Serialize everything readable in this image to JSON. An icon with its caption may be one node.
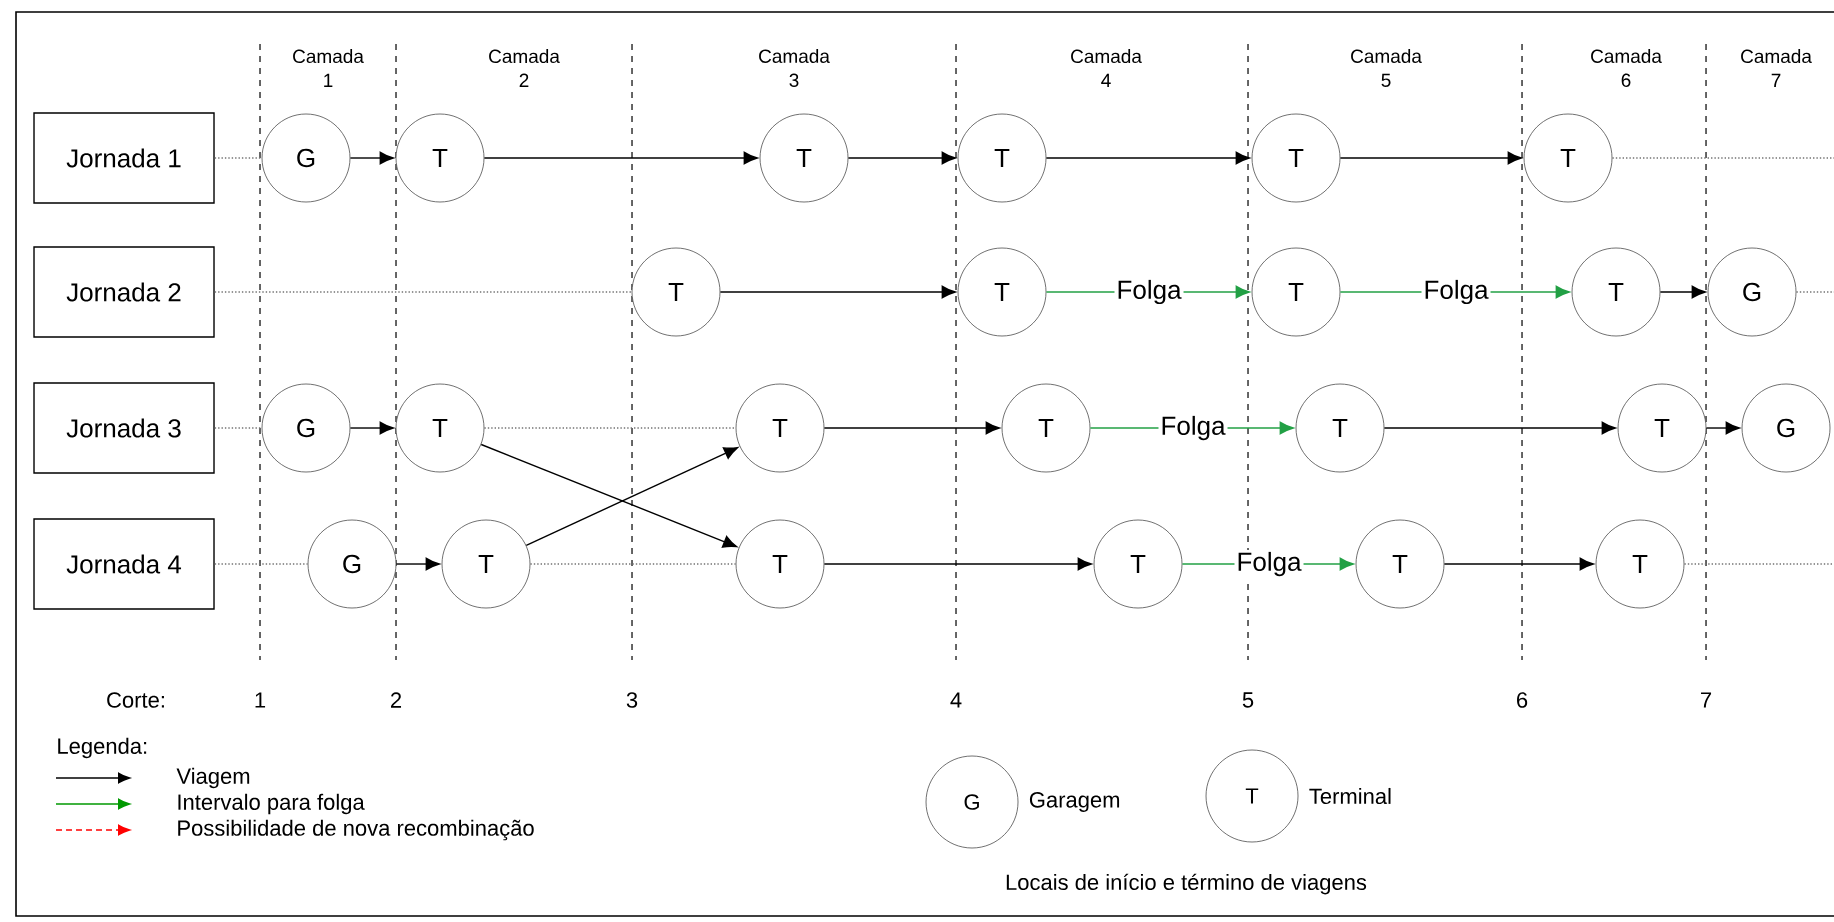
{
  "diagram": {
    "nodes": [
      {
        "text": [
          "Jornada 1"
        ]
      },
      {
        "text": [
          "G"
        ]
      },
      {
        "text": [
          "T"
        ]
      },
      {
        "text": [
          "T"
        ]
      },
      {
        "text": [
          "T"
        ]
      },
      {
        "text": [
          "T"
        ]
      },
      {
        "text": [
          "T"
        ]
      },
      {
        "text": [
          "Jornada 2"
        ]
      },
      {
        "text": [
          "T"
        ]
      },
      {
        "text": [
          "T"
        ]
      },
      {
        "text": [
          "T"
        ]
      },
      {
        "text": [
          "T"
        ]
      },
      {
        "text": [
          "G"
        ]
      },
      {
        "text": [
          "Jornada 3"
        ]
      },
      {
        "text": [
          "G"
        ]
      },
      {
        "text": [
          "T"
        ]
      },
      {
        "text": [
          "T"
        ]
      },
      {
        "text": [
          "T"
        ]
      },
      {
        "text": [
          "T"
        ]
      },
      {
        "text": [
          "T"
        ]
      },
      {
        "text": [
          "G"
        ]
      },
      {
        "text": [
          "Jornada 4"
        ]
      },
      {
        "text": [
          "G"
        ]
      },
      {
        "text": [
          "T"
        ]
      },
      {
        "text": [
          "T"
        ]
      },
      {
        "text": [
          "T"
        ]
      },
      {
        "text": [
          "T"
        ]
      },
      {
        "text": [
          "T"
        ]
      },
      {
        "text": [
          "G"
        ],
        "beside": [
          "Garagem"
        ]
      },
      {
        "text": [
          "T"
        ],
        "beside": [
          "Terminal"
        ]
      }
    ],
    "edges": [
      {
        "from": 0,
        "to": 1,
        "arrow": "none",
        "style": "dashed",
        "color": "#737373"
      },
      {
        "from": 1,
        "to": 2,
        "arrow": "to"
      },
      {
        "from": 2,
        "to": 3,
        "arrow": "to"
      },
      {
        "from": 3,
        "to": 4,
        "arrow": "to"
      },
      {
        "from": 4,
        "to": 5,
        "arrow": "to"
      },
      {
        "from": 5,
        "to": 6,
        "arrow": "to"
      },
      {
        "from": 6,
        "to": null,
        "arrow": "none",
        "style": "dashed",
        "color": "#737373"
      },
      {
        "from": 7,
        "to": 8,
        "arrow": "none",
        "style": "dashed",
        "color": "#737373"
      },
      {
        "from": 8,
        "to": 9,
        "arrow": "to"
      },
      {
        "from": 9,
        "to": 10,
        "arrow": "to",
        "label": "Folga",
        "color": "#22a045"
      },
      {
        "from": 10,
        "to": 11,
        "arrow": "to",
        "label": "Folga",
        "color": "#22a045"
      },
      {
        "from": 11,
        "to": 12,
        "arrow": "to"
      },
      {
        "from": 12,
        "to": null,
        "arrow": "none",
        "style": "dashed",
        "color": "#737373"
      },
      {
        "from": 13,
        "to": 14,
        "arrow": "none",
        "style": "dashed",
        "color": "#737373"
      },
      {
        "from": 14,
        "to": 15,
        "arrow": "to"
      },
      {
        "from": 15,
        "to": 16,
        "arrow": "none",
        "style": "dashed",
        "color": "#737373"
      },
      {
        "from": 15,
        "to": 24,
        "arrow": "to"
      },
      {
        "from": 16,
        "to": 17,
        "arrow": "to"
      },
      {
        "from": 17,
        "to": 18,
        "arrow": "to",
        "label": "Folga",
        "color": "#22a045"
      },
      {
        "from": 18,
        "to": 19,
        "arrow": "to"
      },
      {
        "from": 19,
        "to": 20,
        "arrow": "to"
      },
      {
        "from": 21,
        "to": 22,
        "arrow": "none",
        "style": "dashed",
        "color": "#737373"
      },
      {
        "from": 22,
        "to": 23,
        "arrow": "to"
      },
      {
        "from": 23,
        "to": 16,
        "arrow": "to"
      },
      {
        "from": 23,
        "to": 24,
        "arrow": "none",
        "style": "dashed",
        "color": "#737373"
      },
      {
        "from": 24,
        "to": 25,
        "arrow": "to"
      },
      {
        "from": 25,
        "to": 26,
        "arrow": "to",
        "label": "Folga",
        "color": "#22a045"
      },
      {
        "from": 26,
        "to": 27,
        "arrow": "to"
      },
      {
        "from": 27,
        "to": null,
        "arrow": "none",
        "style": "dashed",
        "color": "#737373"
      }
    ],
    "labels": [
      "Camada 1",
      "Camada 2",
      "Camada 3",
      "Camada 4",
      "Camada 5",
      "Camada 6",
      "Camada 7",
      "Corte:",
      "1",
      "2",
      "3",
      "4",
      "5",
      "6",
      "7",
      "Legenda:",
      "Locais de início e término de viagens"
    ],
    "legend": [
      {
        "text": "Viagem"
      },
      {
        "text": "Intervalo para folga"
      },
      {
        "text": "Possibilidade de nova recombinação"
      }
    ]
  }
}
